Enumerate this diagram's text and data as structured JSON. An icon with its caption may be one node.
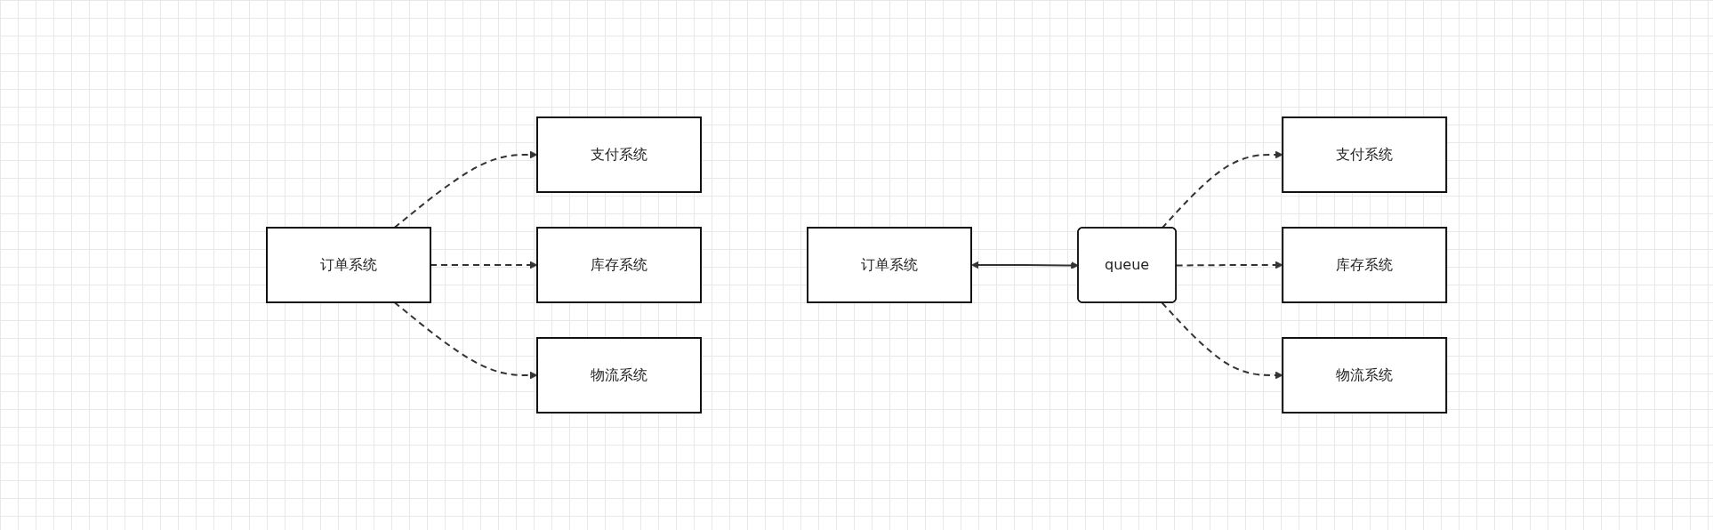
{
  "diagram": {
    "nodes": [
      {
        "text": [
          "订单系统"
        ]
      },
      {
        "text": [
          "支付系统"
        ]
      },
      {
        "text": [
          "库存系统"
        ]
      },
      {
        "text": [
          "物流系统"
        ]
      },
      {
        "text": [
          "订单系统"
        ]
      },
      {
        "text": [
          "queue"
        ]
      },
      {
        "text": [
          "支付系统"
        ]
      },
      {
        "text": [
          "库存系统"
        ]
      },
      {
        "text": [
          "物流系统"
        ]
      }
    ],
    "edges": [
      {
        "from": 0,
        "to": 1,
        "arrow": "to",
        "style": "dashed"
      },
      {
        "from": 0,
        "to": 2,
        "arrow": "to",
        "style": "dashed"
      },
      {
        "from": 0,
        "to": 3,
        "arrow": "to",
        "style": "dashed"
      },
      {
        "from": 4,
        "to": 5,
        "arrow": "both"
      },
      {
        "from": 5,
        "to": 6,
        "arrow": "to",
        "style": "dashed"
      },
      {
        "from": 5,
        "to": 7,
        "arrow": "to",
        "style": "dashed"
      },
      {
        "from": 5,
        "to": 8,
        "arrow": "to",
        "style": "dashed"
      }
    ]
  }
}
